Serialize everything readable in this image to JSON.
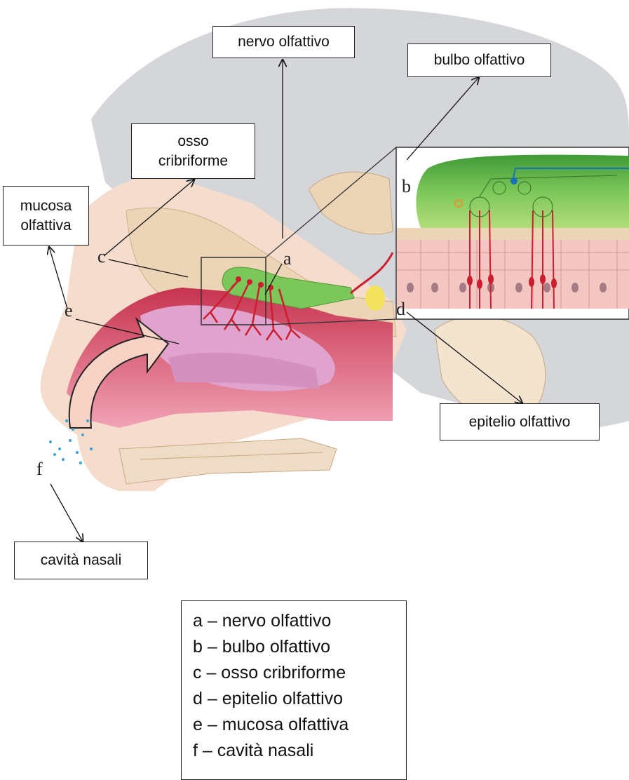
{
  "callouts": {
    "nervo": "nervo olfattivo",
    "bulbo": "bulbo olfattivo",
    "osso_line1": "osso",
    "osso_line2": "cribriforme",
    "mucosa_line1": "mucosa",
    "mucosa_line2": "olfattiva",
    "epitelio": "epitelio olfattivo",
    "cavita": "cavità nasali"
  },
  "letters": {
    "a": "a",
    "b": "b",
    "c": "c",
    "d": "d",
    "e": "e",
    "f": "f"
  },
  "legend": [
    "a – nervo olfattivo",
    "b – bulbo olfattivo",
    "c – osso cribriforme",
    "d – epitelio olfattivo",
    "e – mucosa olfattiva",
    "f – cavità nasali"
  ],
  "colors": {
    "brain": "#d4d6d9",
    "bone": "#ecd5b6",
    "skin": "#f5dccd",
    "nasal_cavity": "#e87d97",
    "mucosa": "#dfa3cd",
    "bulb_green": "#6dbe4a",
    "nerve_red": "#cc1e2e",
    "blue_neuron": "#1a73b8",
    "air_dots": "#36a3dc"
  }
}
